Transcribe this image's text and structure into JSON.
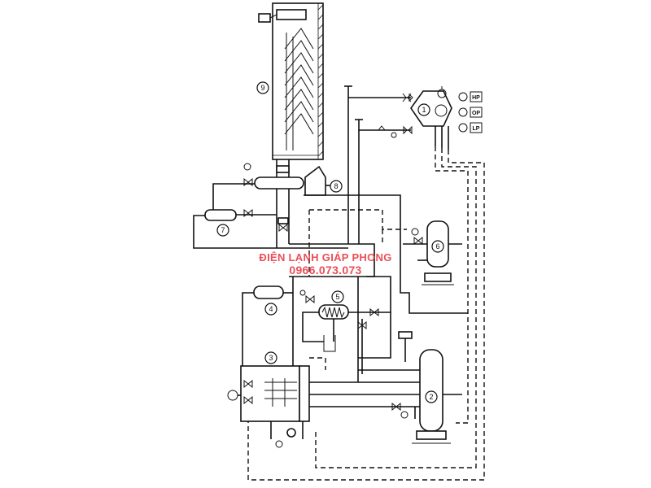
{
  "watermark": {
    "line1": "ĐIỆN LẠNH GIÁP PHONG",
    "line2": "0966.073.073"
  },
  "components": [
    {
      "id": "compressor",
      "number": "1"
    },
    {
      "id": "receiver",
      "number": "2"
    },
    {
      "id": "condenser",
      "number": "3"
    },
    {
      "id": "separator",
      "number": "4"
    },
    {
      "id": "heat-exchanger",
      "number": "5"
    },
    {
      "id": "oil-tank",
      "number": "6"
    },
    {
      "id": "filter",
      "number": "7"
    },
    {
      "id": "accumulator",
      "number": "8"
    },
    {
      "id": "evaporator-column",
      "number": "9"
    }
  ],
  "gauges": {
    "hp": "HP",
    "op": "OP",
    "lp": "LP"
  }
}
